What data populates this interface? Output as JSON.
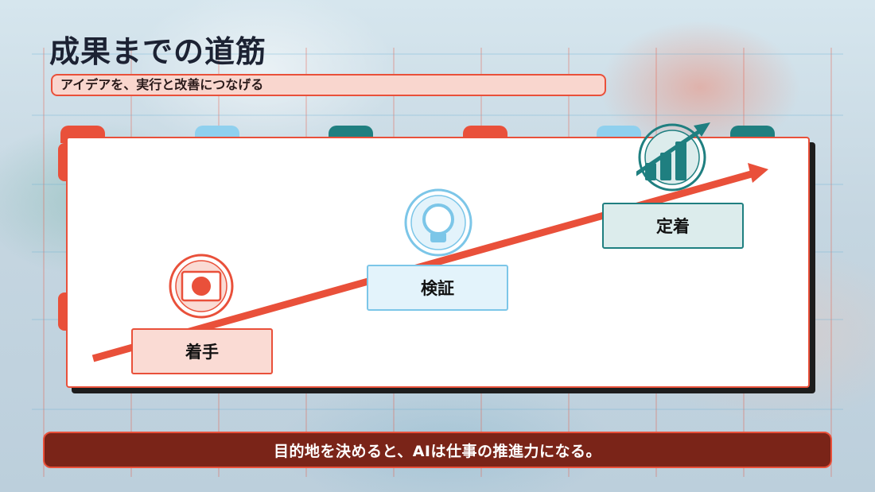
{
  "title": "成果までの道筋",
  "subtitle": "アイデアを、実行と改善につなげる",
  "stages": [
    {
      "label": "着手",
      "icon": "target-flag-icon",
      "color": "#e9503a"
    },
    {
      "label": "検証",
      "icon": "lightbulb-icon",
      "color": "#7cc6e8"
    },
    {
      "label": "定着",
      "icon": "growth-chart-icon",
      "color": "#1f7f80"
    }
  ],
  "footer": "目的地を決めると、AIは仕事の推進力になる。",
  "colors": {
    "accent": "#e9503a",
    "light_blue": "#7cc6e8",
    "teal": "#1f7f80",
    "dark": "#1c2233",
    "footer_bg": "#7a2418"
  }
}
